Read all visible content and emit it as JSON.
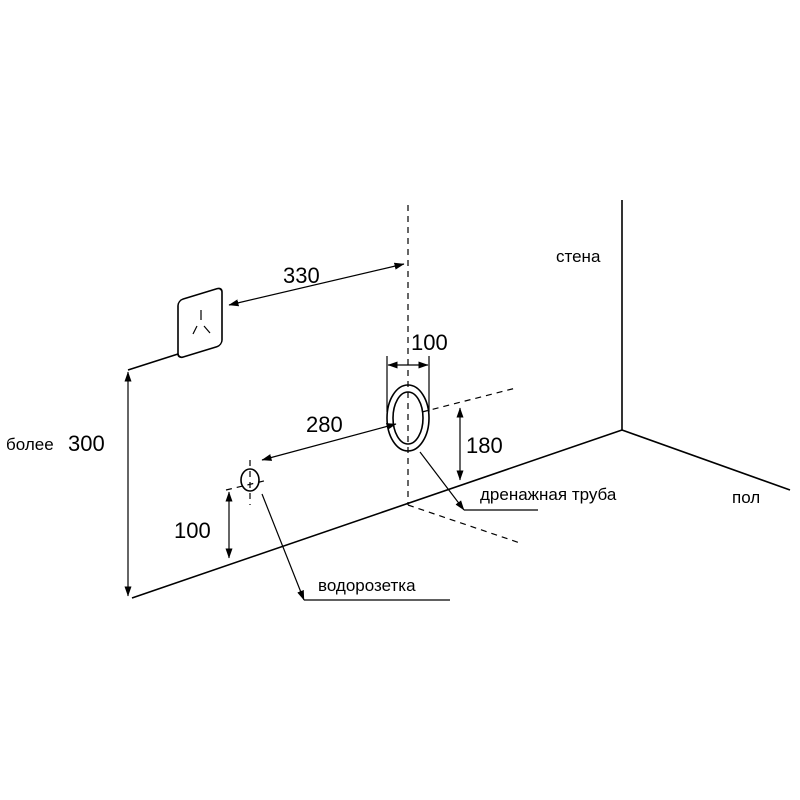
{
  "dimensions": {
    "socket_distance": "330",
    "pipe_diameter": "100",
    "inlet_distance": "280",
    "pipe_height": "180",
    "inlet_height": "100",
    "socket_height_prefix": "более",
    "socket_height_value": "300"
  },
  "labels": {
    "wall": "стена",
    "floor": "пол",
    "drain_pipe": "дренажная труба",
    "water_inlet": "водорозетка"
  },
  "icons": {
    "socket": "power-socket-icon"
  },
  "colors": {
    "line": "#000000",
    "background": "#ffffff"
  }
}
